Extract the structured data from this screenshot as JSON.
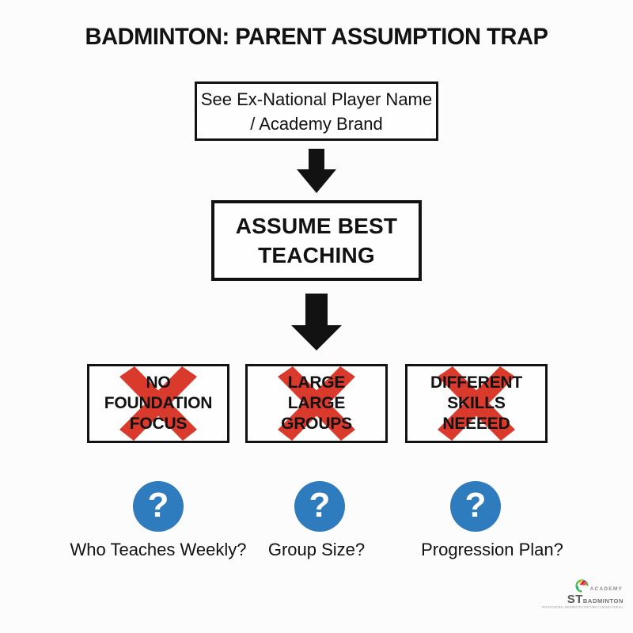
{
  "title": "BADMINTON: PARENT ASSUMPTION TRAP",
  "flow": {
    "source_box": {
      "line1": "See Ex-National Player Name",
      "line2": "/ Academy Brand"
    },
    "assume_box": {
      "line1": "ASSUME BEST",
      "line2": "TEACHING"
    },
    "problems": [
      {
        "lines": [
          "NO",
          "FOUNDATION",
          "FOCUS"
        ]
      },
      {
        "lines": [
          "LARGE",
          "LARGE",
          "GROUPS"
        ]
      },
      {
        "lines": [
          "DIFFERENT",
          "SKILLS",
          "NEEEED"
        ]
      }
    ],
    "questions": [
      {
        "mark": "?",
        "label": "Who Teaches Weekly?"
      },
      {
        "mark": "?",
        "label": "Group Size?"
      },
      {
        "mark": "?",
        "label": "Progression Plan?"
      }
    ]
  },
  "logo": {
    "academy": "ACADEMY",
    "st": "ST",
    "badminton": "BADMINTON",
    "tagline": "PROFESSIONAL BADMINTON COACHING CLASSES FOR ALL"
  },
  "colors": {
    "red_x": "#d93a2c",
    "blue_circle": "#2e7cbe",
    "ink": "#121212"
  }
}
